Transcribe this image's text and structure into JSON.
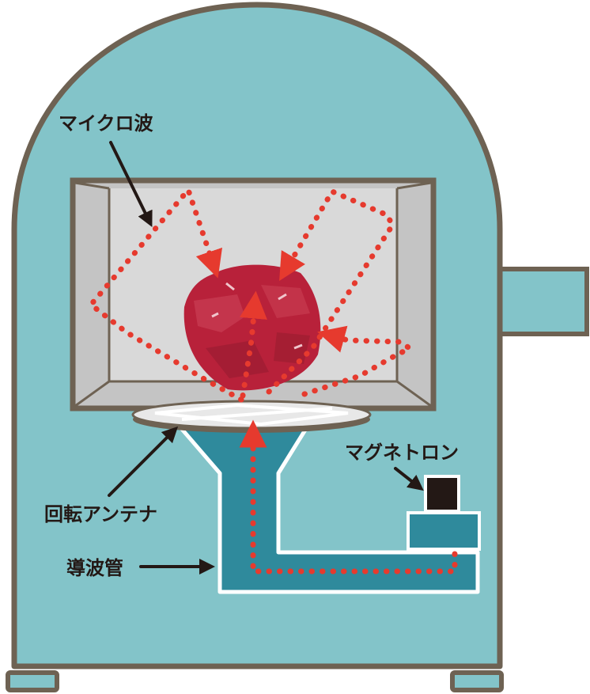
{
  "labels": {
    "microwave": "マイクロ波",
    "magnetron": "マグネトロン",
    "turntable": "回転アンテナ",
    "waveguide": "導波管"
  },
  "colors": {
    "body_fill": "#83c4c9",
    "outline": "#6e6253",
    "chamber_wall": "#c4c4c4",
    "chamber_back": "#d9d9d9",
    "waveguide_fill": "#2f8a9c",
    "wave_dots": "#e63a2e",
    "meat": "#b8213a",
    "magnetron_cap": "#231815",
    "label_text": "#231815"
  },
  "icons": {
    "wave": "red-dotted-arrow",
    "pointer": "black-arrow"
  }
}
